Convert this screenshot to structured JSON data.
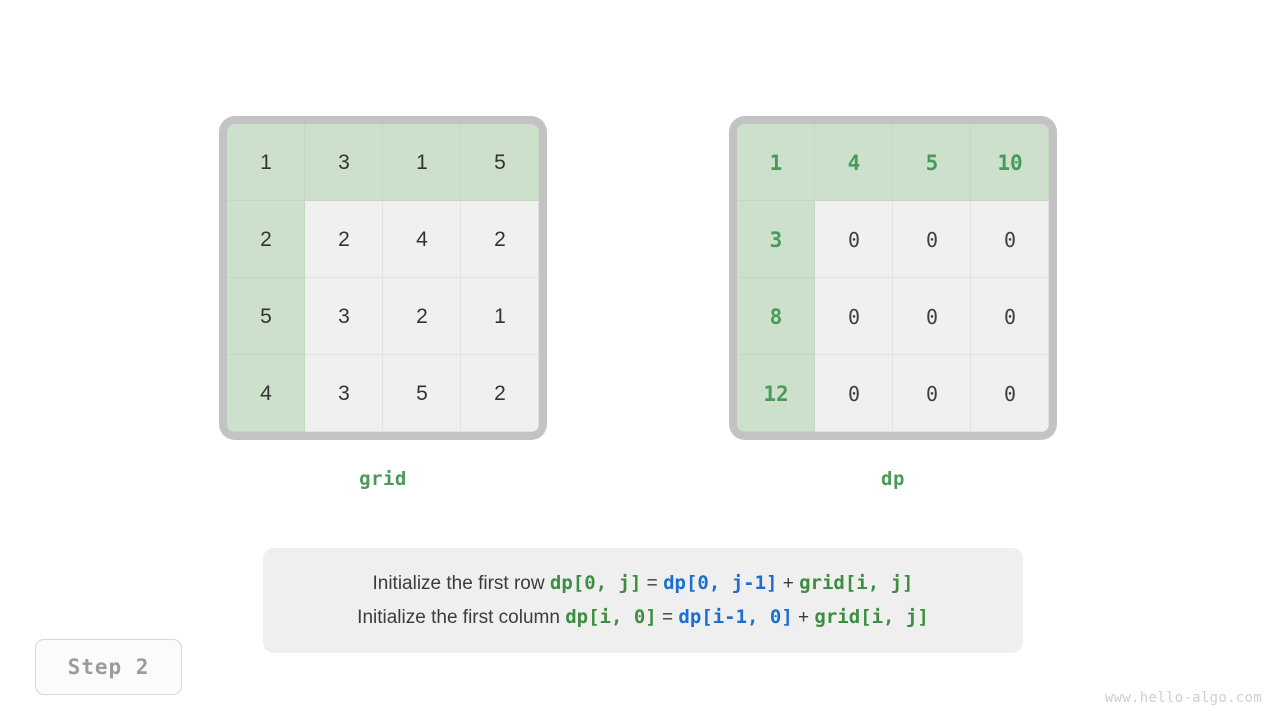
{
  "matrices": [
    {
      "id": "grid",
      "label": "grid",
      "rows": [
        [
          {
            "v": "1",
            "hl": true
          },
          {
            "v": "3",
            "hl": true
          },
          {
            "v": "1",
            "hl": true
          },
          {
            "v": "5",
            "hl": true
          }
        ],
        [
          {
            "v": "2",
            "hl": true
          },
          {
            "v": "2",
            "hl": false
          },
          {
            "v": "4",
            "hl": false
          },
          {
            "v": "2",
            "hl": false
          }
        ],
        [
          {
            "v": "5",
            "hl": true
          },
          {
            "v": "3",
            "hl": false
          },
          {
            "v": "2",
            "hl": false
          },
          {
            "v": "1",
            "hl": false
          }
        ],
        [
          {
            "v": "4",
            "hl": true
          },
          {
            "v": "3",
            "hl": false
          },
          {
            "v": "5",
            "hl": false
          },
          {
            "v": "2",
            "hl": false
          }
        ]
      ]
    },
    {
      "id": "dp",
      "label": "dp",
      "rows": [
        [
          {
            "v": "1",
            "hl": true
          },
          {
            "v": "4",
            "hl": true
          },
          {
            "v": "5",
            "hl": true
          },
          {
            "v": "10",
            "hl": true
          }
        ],
        [
          {
            "v": "3",
            "hl": true
          },
          {
            "v": "0",
            "hl": false
          },
          {
            "v": "0",
            "hl": false
          },
          {
            "v": "0",
            "hl": false
          }
        ],
        [
          {
            "v": "8",
            "hl": true
          },
          {
            "v": "0",
            "hl": false
          },
          {
            "v": "0",
            "hl": false
          },
          {
            "v": "0",
            "hl": false
          }
        ],
        [
          {
            "v": "12",
            "hl": true
          },
          {
            "v": "0",
            "hl": false
          },
          {
            "v": "0",
            "hl": false
          },
          {
            "v": "0",
            "hl": false
          }
        ]
      ]
    }
  ],
  "caption": {
    "line1": {
      "text": "Initialize the first row ",
      "lhs": "dp[0, j]",
      "eq": " = ",
      "rhs": "dp[0, j-1]",
      "plus": " + ",
      "addend": "grid[i, j]"
    },
    "line2": {
      "text": "Initialize the first column ",
      "lhs": "dp[i, 0]",
      "eq": " = ",
      "rhs": "dp[i-1, 0]",
      "plus": " + ",
      "addend": "grid[i, j]"
    }
  },
  "step_badge": "Step 2",
  "watermark": "www.hello-algo.com",
  "colors": {
    "highlight_cell": "#cde0cb",
    "plain_cell": "#f0f0f0",
    "matrix_border": "#c3c3c3",
    "green_text": "#4b9a5c",
    "code_green": "#3e8e41",
    "code_blue": "#1a6fd4",
    "caption_bg": "#efefef",
    "badge_text": "#9c9c9c",
    "watermark_text": "#cfcfcf"
  }
}
